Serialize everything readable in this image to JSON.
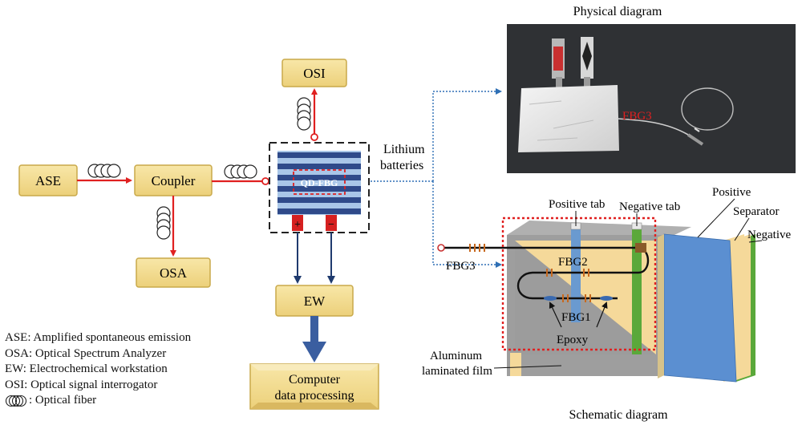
{
  "boxes": {
    "ase": "ASE",
    "coupler": "Coupler",
    "osa": "OSA",
    "osi": "OSI",
    "ew": "EW",
    "computer_line1": "Computer",
    "computer_line2": "data processing"
  },
  "sensor": {
    "qd_fbg": "QD-FBG",
    "plus": "+",
    "minus": "−"
  },
  "lithium_line1": "Lithium",
  "lithium_line2": "batteries",
  "physical": {
    "title": "Physical diagram",
    "fbg3_label": "FBG3"
  },
  "schematic": {
    "title": "Schematic diagram",
    "positive_tab": "Positive tab",
    "negative_tab": "Negative tab",
    "positive": "Positive",
    "separator": "Separator",
    "negative": "Negative",
    "fbg3": "FBG3",
    "fbg2": "FBG2",
    "fbg1": "FBG1",
    "epoxy": "Epoxy",
    "aluminum_line1": "Aluminum",
    "aluminum_line2": "laminated film"
  },
  "legend": [
    "ASE: Amplified spontaneous emission",
    "OSA: Optical Spectrum Analyzer",
    "EW: Electrochemical workstation",
    "OSI: Optical signal interrogator",
    ": Optical fiber"
  ],
  "colors": {
    "box_fill": "#f3dc8e",
    "box_stroke": "#c9a94a",
    "fiber_red": "#e02020",
    "arrow_navy": "#1f3a6e",
    "stripe_blue": "#2f4a8a",
    "stripe_light": "#a9c6e8",
    "dashed_red": "#e02020",
    "tab_blue": "#6a9ad0",
    "tab_green": "#5aa83a",
    "sheet_blue": "#5b8fd1",
    "cell_yellow": "#f5d99a"
  }
}
